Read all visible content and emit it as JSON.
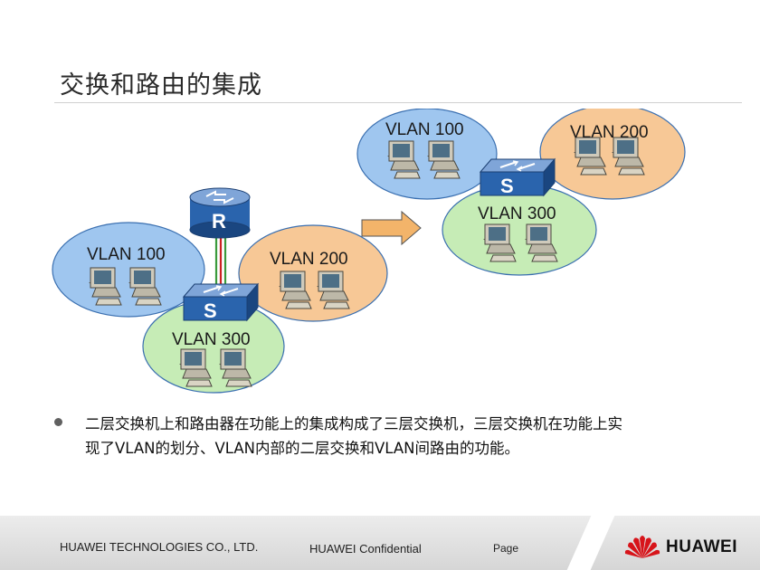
{
  "slide": {
    "title": "交换和路由的集成",
    "bullet": "二层交换机上和路由器在功能上的集成构成了三层交换机，三层交换机在功能上实现了VLAN的划分、VLAN内部的二层交换和VLAN间路由的功能。"
  },
  "diagram": {
    "left": {
      "router_letter": "R",
      "switch_letter": "S",
      "vlan_a": "VLAN 100",
      "vlan_b": "VLAN 200",
      "vlan_c": "VLAN 300"
    },
    "right": {
      "switch_letter": "S",
      "vlan_a": "VLAN 100",
      "vlan_b": "VLAN 200",
      "vlan_c": "VLAN 300"
    },
    "colors": {
      "vlan_a_fill": "#9fc6ef",
      "vlan_b_fill": "#f7c896",
      "vlan_c_fill": "#c6ecb6",
      "ellipse_stroke": "#3a6fb0",
      "device_blue": "#1f5ea8",
      "arrow_fill": "#f3b46a",
      "link_red": "#cc2222",
      "link_green": "#3b9a3b"
    }
  },
  "footer": {
    "company": "HUAWEI TECHNOLOGIES CO., LTD.",
    "confidential": "HUAWEI Confidential",
    "page_label": "Page",
    "logo_text": "HUAWEI",
    "logo_color": "#d7141a"
  }
}
